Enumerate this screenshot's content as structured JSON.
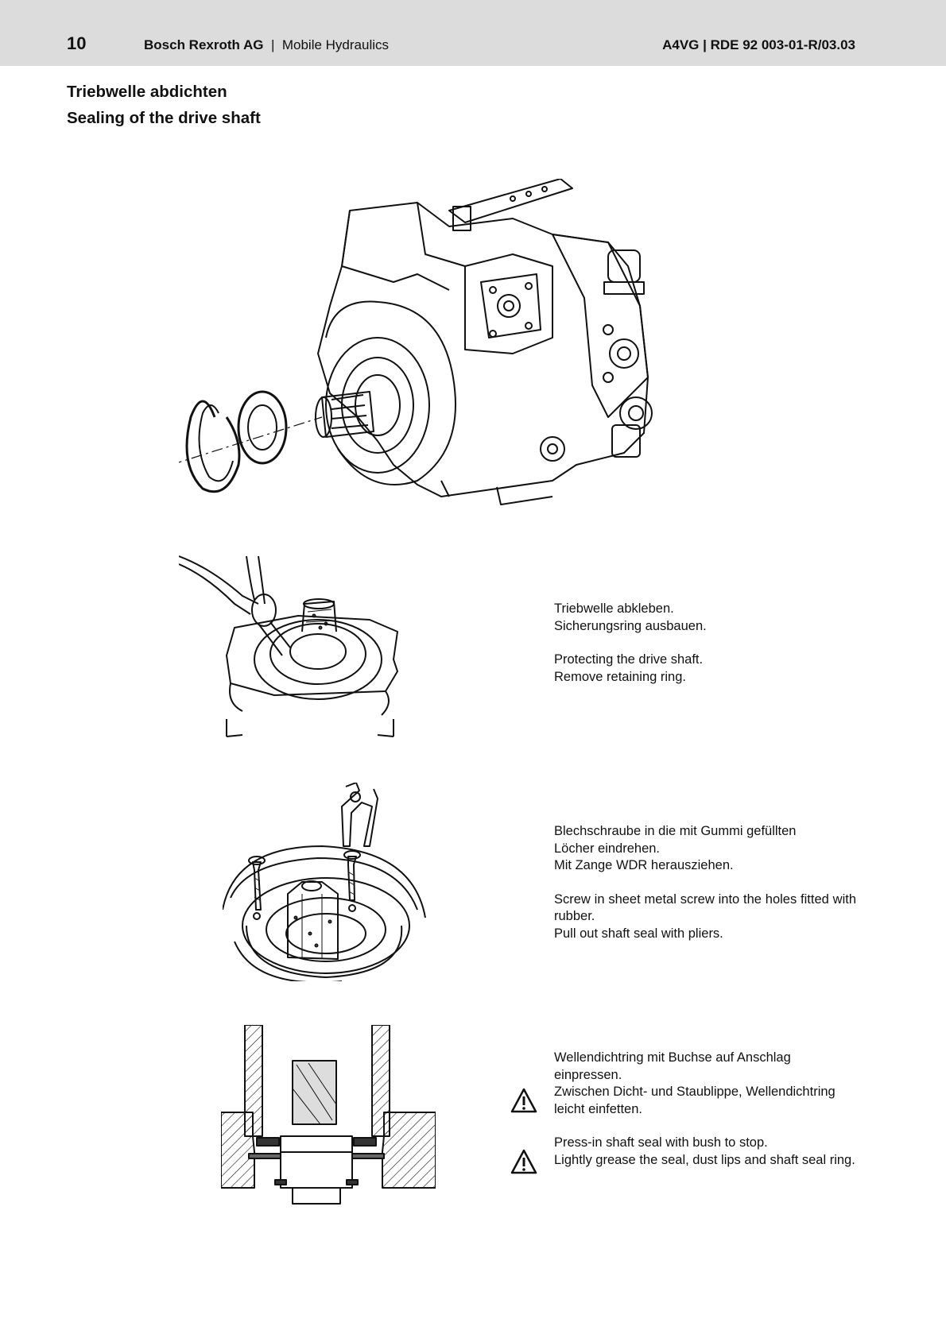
{
  "header": {
    "page_number": "10",
    "company": "Bosch Rexroth AG",
    "separator": "|",
    "division": "Mobile Hydraulics",
    "doc_id": "A4VG  |  RDE 92 003-01-R/03.03"
  },
  "title": {
    "de": "Triebwelle abdichten",
    "en": "Sealing of the drive shaft"
  },
  "steps": [
    {
      "de_lines": [
        "Triebwelle abkleben.",
        "Sicherungsring ausbauen."
      ],
      "en_lines": [
        "Protecting the drive shaft.",
        "Remove retaining ring."
      ]
    },
    {
      "de_lines": [
        "Blechschraube in die mit Gummi gefüllten",
        "Löcher eindrehen.",
        "Mit Zange WDR herausziehen."
      ],
      "en_text": "Screw in sheet metal screw into the holes fitted with rubber.",
      "en_line2": "Pull out shaft seal with pliers."
    },
    {
      "de_lines": [
        "Wellendichtring mit Buchse auf Anschlag",
        "einpressen.",
        "Zwischen Dicht- und Staublippe, Wellendichtring",
        "leicht einfetten."
      ],
      "en_lines": [
        "Press-in shaft seal with bush to stop.",
        "Lightly grease the seal, dust lips and shaft seal ring."
      ]
    }
  ],
  "icons": [
    "warning-triangle-icon",
    "warning-triangle-icon"
  ]
}
